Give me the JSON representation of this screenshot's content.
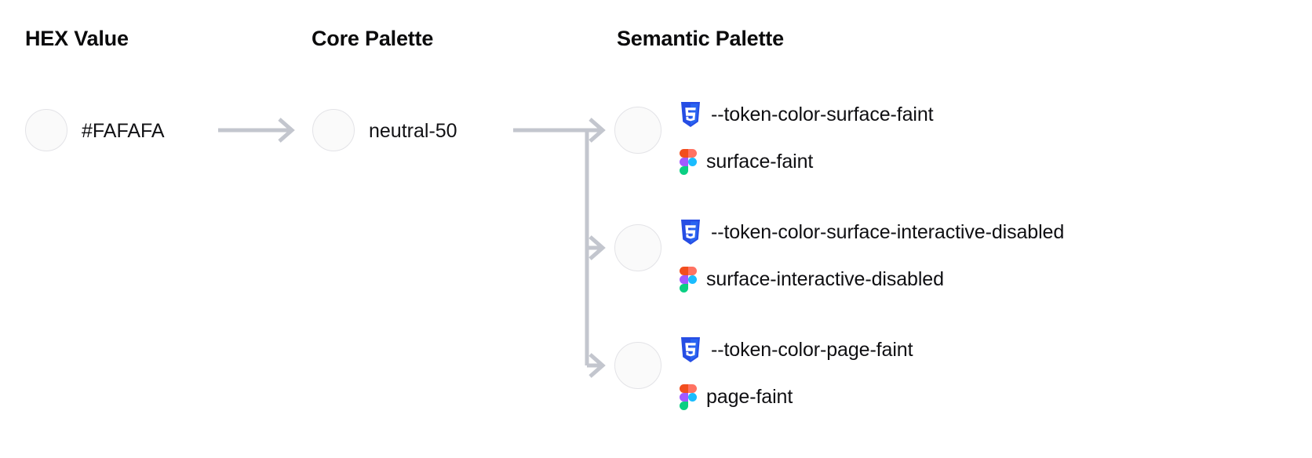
{
  "diagram": {
    "type": "token-mapping-flow",
    "columns": [
      {
        "id": "hex",
        "title": "HEX Value"
      },
      {
        "id": "core",
        "title": "Core Palette"
      },
      {
        "id": "semantic",
        "title": "Semantic Palette"
      }
    ],
    "swatch_color": "#FAFAFA",
    "swatch_border_color": "#E3E3E7",
    "connector_color": "#C3C6CE",
    "hex": {
      "value": "#FAFAFA",
      "swatch_color": "#FAFAFA"
    },
    "core": {
      "value": "neutral-50",
      "swatch_color": "#FAFAFA"
    },
    "semantic": {
      "icons": {
        "css": "css3-icon",
        "figma": "figma-icon"
      },
      "icon_colors": {
        "css": "#264DE4",
        "figma_red": "#F24E1E",
        "figma_purple": "#A259FF",
        "figma_blue": "#1ABCFE",
        "figma_green": "#0ACF83"
      },
      "tokens": [
        {
          "swatch_color": "#FAFAFA",
          "css_variable": "--token-color-surface-faint",
          "figma_variable": "surface-faint"
        },
        {
          "swatch_color": "#FAFAFA",
          "css_variable": "--token-color-surface-interactive-disabled",
          "figma_variable": "surface-interactive-disabled"
        },
        {
          "swatch_color": "#FAFAFA",
          "css_variable": "--token-color-page-faint",
          "figma_variable": "page-faint"
        }
      ]
    }
  }
}
